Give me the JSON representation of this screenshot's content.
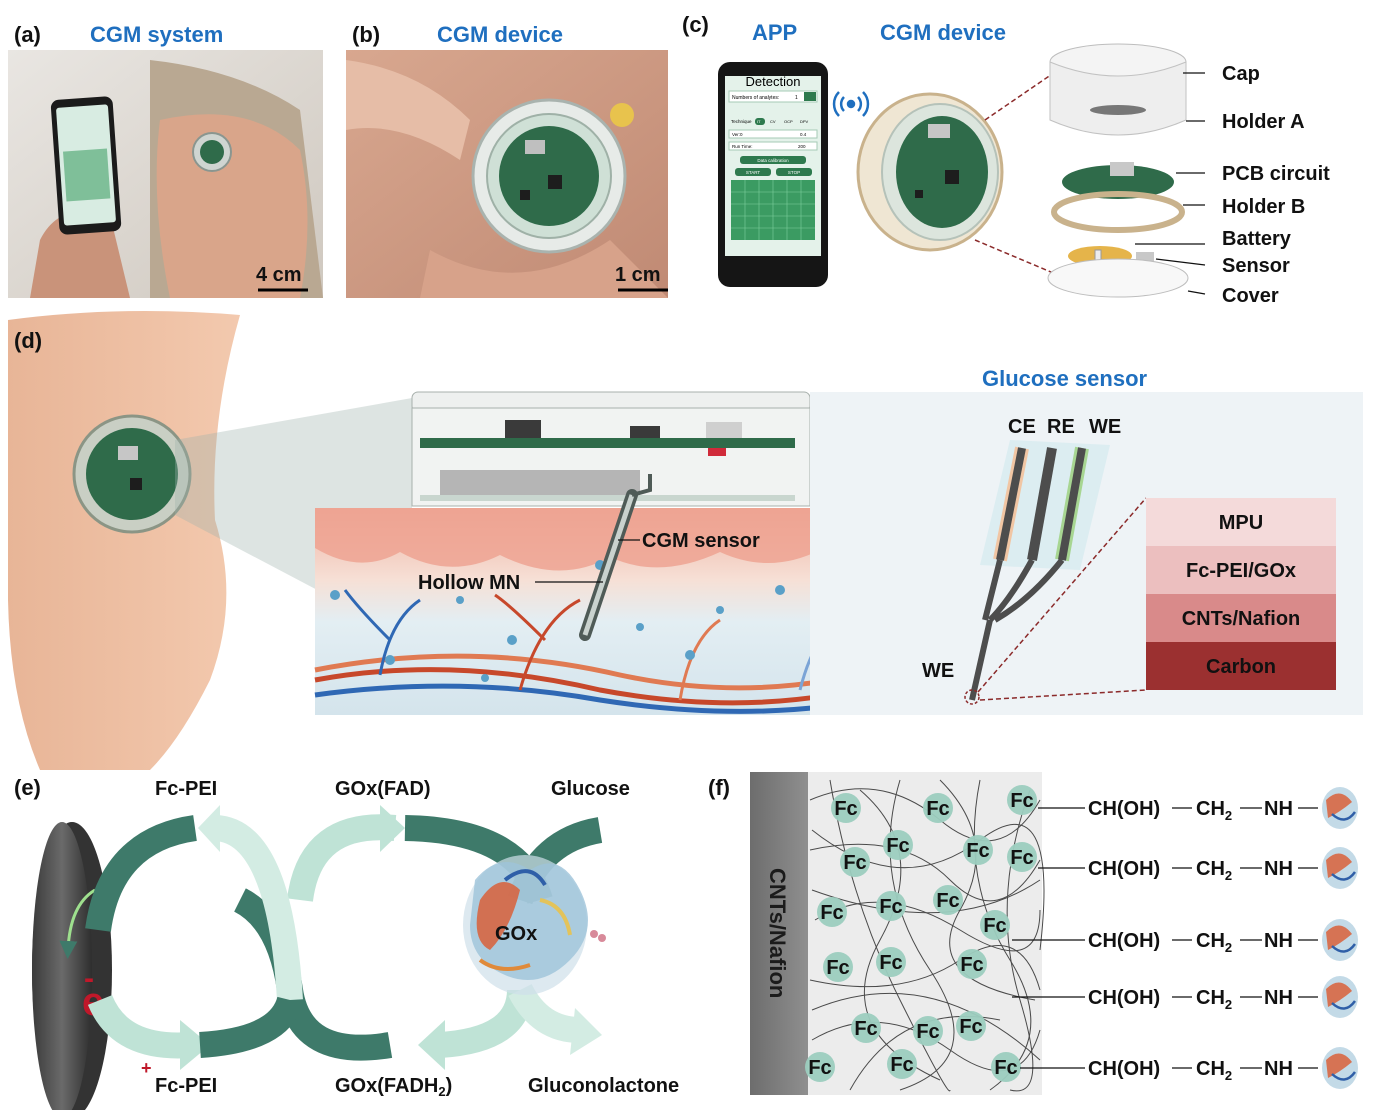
{
  "panel_a": {
    "label": "(a)",
    "title": "CGM system",
    "scale": "4 cm"
  },
  "panel_b": {
    "label": "(b)",
    "title": "CGM device",
    "scale": "1 cm"
  },
  "panel_c": {
    "label": "(c)",
    "app_title": "APP",
    "device_title": "CGM device",
    "phone": {
      "header": "Detection",
      "row1": "Numbers of analytes:",
      "row1_val": "1",
      "techniques": [
        "Technique",
        "IT",
        "CV",
        "OCP",
        "DPV"
      ],
      "row3": "Ver:0",
      "row3_val": "0.4",
      "row4": "Run Time:",
      "row4_val": "200",
      "calib": "Data calibration",
      "start": "START",
      "stop": "STOP"
    },
    "parts": [
      "Cap",
      "Holder A",
      "PCB circuit",
      "Holder B",
      "Battery",
      "Sensor",
      "Cover"
    ]
  },
  "panel_d": {
    "label": "(d)",
    "glucose_title": "Glucose sensor",
    "cgm_sensor": "CGM sensor",
    "hollow_mn": "Hollow MN",
    "electrodes": [
      "CE",
      "RE",
      "WE"
    ],
    "we_label": "WE",
    "layers": [
      {
        "name": "MPU",
        "color": "#f4dada",
        "text": "#111"
      },
      {
        "name": "Fc-PEI/GOx",
        "color": "#ecbfbf",
        "text": "#111"
      },
      {
        "name": "CNTs/Nafion",
        "color": "#d98a8a",
        "text": "#111"
      },
      {
        "name": "Carbon",
        "color": "#9b3030",
        "text": "#ffffff"
      }
    ]
  },
  "panel_e": {
    "label": "(e)",
    "fc_pei_top": "Fc-PEI",
    "gox_fad": "GOx(FAD)",
    "glucose": "Glucose",
    "gox": "GOx",
    "electron": "e",
    "electron_sign": "-",
    "fc_pei_bottom": "Fc-PEI",
    "fc_plus": "+",
    "gox_fadh2_main": "GOx(FADH",
    "gox_fadh2_sub": "2",
    "gox_fadh2_end": ")",
    "gluconolactone": "Gluconolactone"
  },
  "panel_f": {
    "label": "(f)",
    "matrix_label": "CNTs/Nafion",
    "fc": "Fc",
    "chain": {
      "choh": "CH(OH)",
      "ch2": "CH",
      "ch2_sub": "2",
      "nh": "NH"
    }
  }
}
